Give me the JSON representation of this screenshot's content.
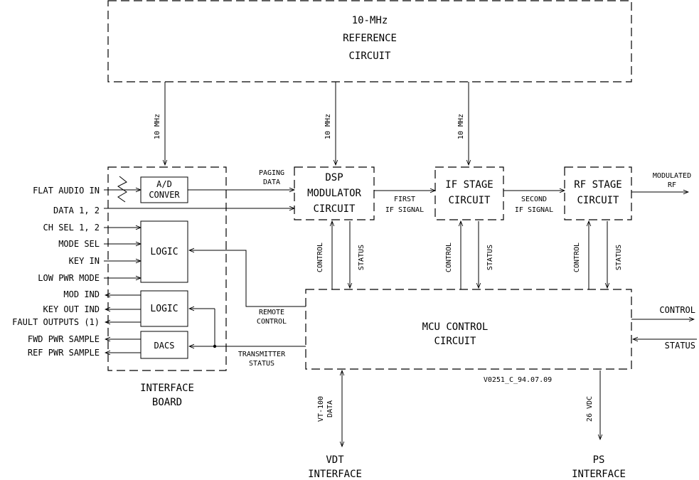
{
  "blocks": {
    "reference": [
      "10-MHz",
      "REFERENCE",
      "CIRCUIT"
    ],
    "interface_board": [
      "INTERFACE",
      "BOARD"
    ],
    "ad_converter": [
      "A/D",
      "CONVER"
    ],
    "logic_top": "LOGIC",
    "logic_bottom": "LOGIC",
    "dacs": "DACS",
    "dsp": [
      "DSP",
      "MODULATOR",
      "CIRCUIT"
    ],
    "if_stage": [
      "IF STAGE",
      "CIRCUIT"
    ],
    "rf_stage": [
      "RF STAGE",
      "CIRCUIT"
    ],
    "mcu": [
      "MCU CONTROL",
      "CIRCUIT"
    ]
  },
  "inputs": [
    "FLAT AUDIO IN",
    "DATA 1, 2",
    "CH SEL 1, 2",
    "MODE SEL",
    "KEY IN",
    "LOW PWR MODE"
  ],
  "outputs": [
    "MOD IND",
    "KEY OUT IND",
    "FAULT OUTPUTS (1)",
    "FWD PWR SAMPLE",
    "REF PWR SAMPLE"
  ],
  "signals": {
    "ref_10mhz": "10 MHz",
    "paging_data": [
      "PAGING",
      "DATA"
    ],
    "first_if": [
      "FIRST",
      "IF SIGNAL"
    ],
    "second_if": [
      "SECOND",
      "IF SIGNAL"
    ],
    "modulated_rf": [
      "MODULATED",
      "RF"
    ],
    "control": "CONTROL",
    "status": "STATUS",
    "remote_control": [
      "REMOTE",
      "CONTROL"
    ],
    "transmitter_status": [
      "TRANSMITTER",
      "STATUS"
    ],
    "vt100_data": [
      "VT-100",
      "DATA"
    ],
    "vdc_26": "26 VDC"
  },
  "interfaces": {
    "vdt": [
      "VDT",
      "INTERFACE"
    ],
    "ps": [
      "PS",
      "INTERFACE"
    ]
  },
  "ref_number": "V0251_C_94.07.09"
}
